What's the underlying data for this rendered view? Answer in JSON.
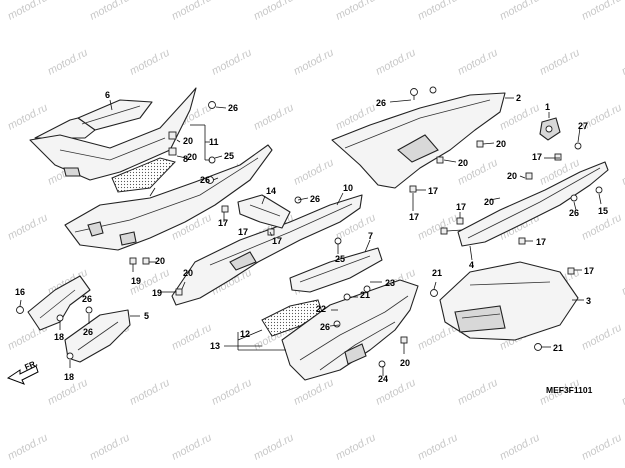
{
  "diagram": {
    "drawing_code": "MEF3F1101",
    "front_indicator": "FR.",
    "watermark": "motod.ru",
    "callouts": [
      "1",
      "2",
      "3",
      "4",
      "5",
      "6",
      "7",
      "8",
      "10",
      "11",
      "12",
      "13",
      "14",
      "15",
      "16",
      "17",
      "18",
      "19",
      "20",
      "21",
      "22",
      "23",
      "24",
      "25",
      "26",
      "27"
    ]
  },
  "colors": {
    "line": "#222222",
    "fill": "#f4f4f4",
    "watermark": "#c8c8c8"
  }
}
